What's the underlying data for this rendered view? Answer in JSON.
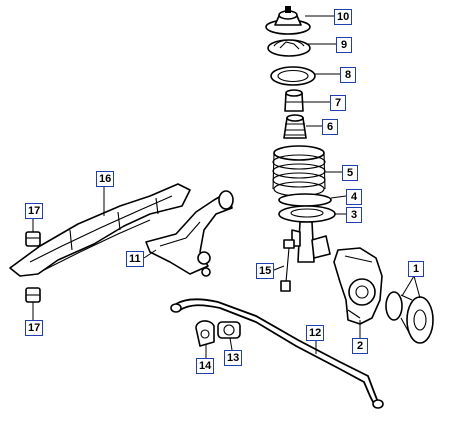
{
  "diagram": {
    "callouts": [
      "1",
      "2",
      "3",
      "4",
      "5",
      "6",
      "7",
      "8",
      "9",
      "10",
      "11",
      "12",
      "13",
      "14",
      "15",
      "16",
      "17",
      "17"
    ]
  }
}
